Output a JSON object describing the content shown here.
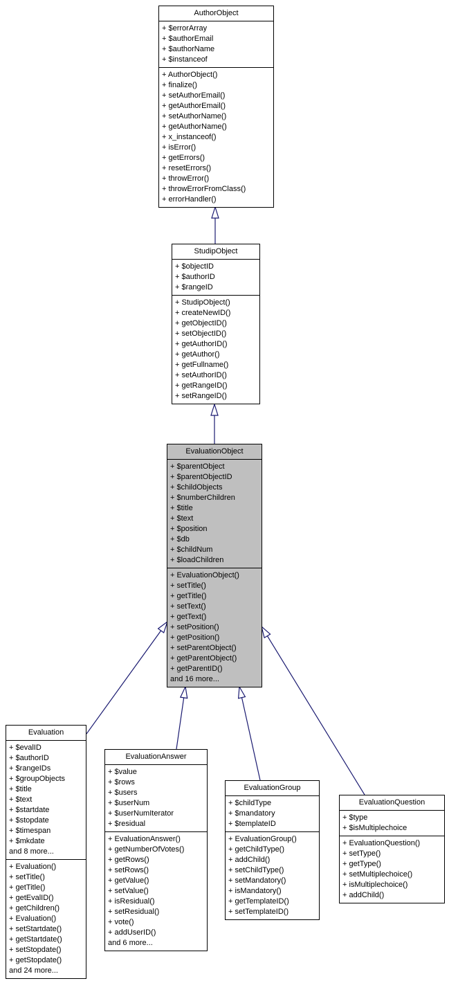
{
  "colors": {
    "edge": "#191970",
    "highlighted_fill": "#bfbfbf",
    "box_fill": "#ffffff",
    "box_border": "#000000"
  },
  "classes": [
    {
      "name": "AuthorObject",
      "highlighted": false,
      "attributes": [
        "+ $errorArray",
        "+ $authorEmail",
        "+ $authorName",
        "+ $instanceof"
      ],
      "methods": [
        "+ AuthorObject()",
        "+ finalize()",
        "+ setAuthorEmail()",
        "+ getAuthorEmail()",
        "+ setAuthorName()",
        "+ getAuthorName()",
        "+ x_instanceof()",
        "+ isError()",
        "+ getErrors()",
        "+ resetErrors()",
        "+ throwError()",
        "+ throwErrorFromClass()",
        "+ errorHandler()"
      ]
    },
    {
      "name": "StudipObject",
      "highlighted": false,
      "attributes": [
        "+ $objectID",
        "+ $authorID",
        "+ $rangeID"
      ],
      "methods": [
        "+ StudipObject()",
        "+ createNewID()",
        "+ getObjectID()",
        "+ setObjectID()",
        "+ getAuthorID()",
        "+ getAuthor()",
        "+ getFullname()",
        "+ setAuthorID()",
        "+ getRangeID()",
        "+ setRangeID()"
      ]
    },
    {
      "name": "EvaluationObject",
      "highlighted": true,
      "attributes": [
        "+ $parentObject",
        "+ $parentObjectID",
        "+ $childObjects",
        "+ $numberChildren",
        "+ $title",
        "+ $text",
        "+ $position",
        "+ $db",
        "+ $childNum",
        "+ $loadChildren"
      ],
      "methods": [
        "+ EvaluationObject()",
        "+ setTitle()",
        "+ getTitle()",
        "+ setText()",
        "+ getText()",
        "+ setPosition()",
        "+ getPosition()",
        "+ setParentObject()",
        "+ getParentObject()",
        "+ getParentID()",
        "and 16 more..."
      ]
    },
    {
      "name": "Evaluation",
      "highlighted": false,
      "attributes": [
        "+ $evalID",
        "+ $authorID",
        "+ $rangeIDs",
        "+ $groupObjects",
        "+ $title",
        "+ $text",
        "+ $startdate",
        "+ $stopdate",
        "+ $timespan",
        "+ $mkdate",
        "and 8 more..."
      ],
      "methods": [
        "+ Evaluation()",
        "+ setTitle()",
        "+ getTitle()",
        "+ getEvalID()",
        "+ getChildren()",
        "+ Evaluation()",
        "+ setStartdate()",
        "+ getStartdate()",
        "+ setStopdate()",
        "+ getStopdate()",
        "and 24 more..."
      ]
    },
    {
      "name": "EvaluationAnswer",
      "highlighted": false,
      "attributes": [
        "+ $value",
        "+ $rows",
        "+ $users",
        "+ $userNum",
        "+ $userNumIterator",
        "+ $residual"
      ],
      "methods": [
        "+ EvaluationAnswer()",
        "+ getNumberOfVotes()",
        "+ getRows()",
        "+ setRows()",
        "+ getValue()",
        "+ setValue()",
        "+ isResidual()",
        "+ setResidual()",
        "+ vote()",
        "+ addUserID()",
        "and 6 more..."
      ]
    },
    {
      "name": "EvaluationGroup",
      "highlighted": false,
      "attributes": [
        "+ $childType",
        "+ $mandatory",
        "+ $templateID"
      ],
      "methods": [
        "+ EvaluationGroup()",
        "+ getChildType()",
        "+ addChild()",
        "+ setChildType()",
        "+ setMandatory()",
        "+ isMandatory()",
        "+ getTemplateID()",
        "+ setTemplateID()"
      ]
    },
    {
      "name": "EvaluationQuestion",
      "highlighted": false,
      "attributes": [
        "+ $type",
        "+ $isMultiplechoice"
      ],
      "methods": [
        "+ EvaluationQuestion()",
        "+ setType()",
        "+ getType()",
        "+ setMultiplechoice()",
        "+ isMultiplechoice()",
        "+ addChild()"
      ]
    }
  ],
  "edges": [
    {
      "from": "StudipObject",
      "to": "AuthorObject",
      "relation": "inherits"
    },
    {
      "from": "EvaluationObject",
      "to": "StudipObject",
      "relation": "inherits"
    },
    {
      "from": "Evaluation",
      "to": "EvaluationObject",
      "relation": "inherits"
    },
    {
      "from": "EvaluationAnswer",
      "to": "EvaluationObject",
      "relation": "inherits"
    },
    {
      "from": "EvaluationGroup",
      "to": "EvaluationObject",
      "relation": "inherits"
    },
    {
      "from": "EvaluationQuestion",
      "to": "EvaluationObject",
      "relation": "inherits"
    }
  ]
}
